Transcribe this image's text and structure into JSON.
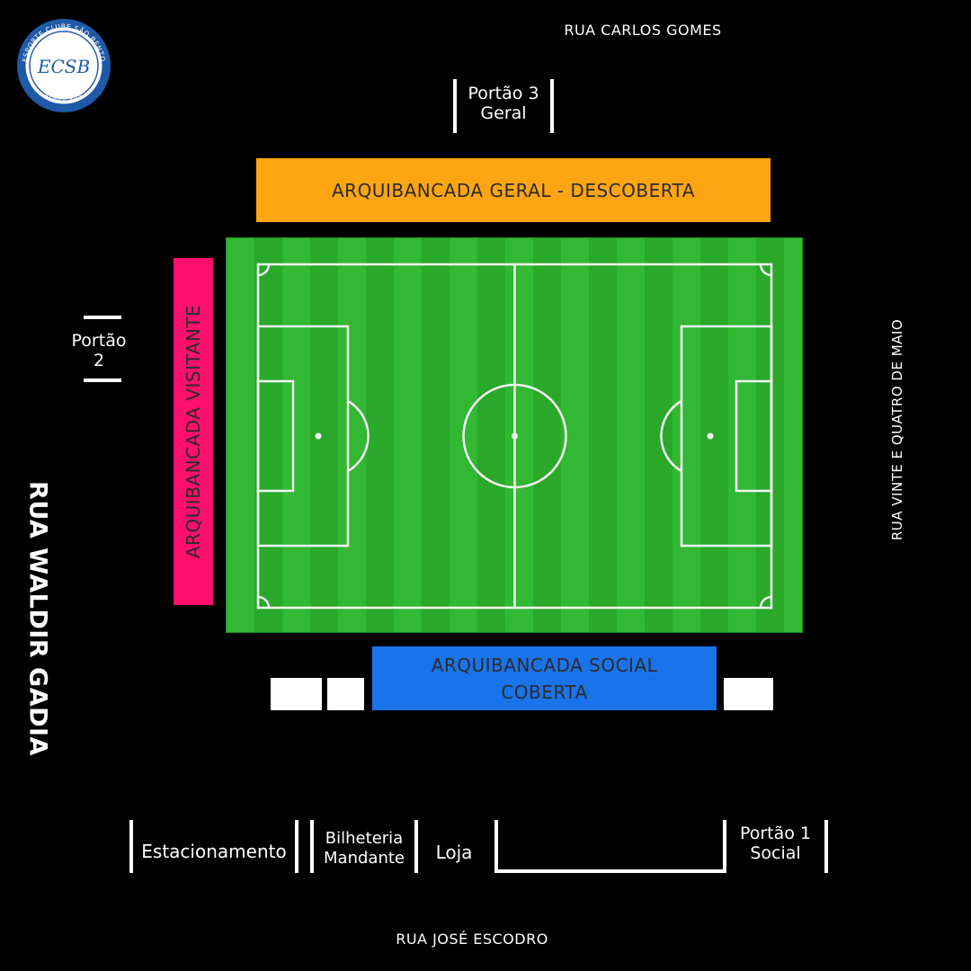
{
  "logo": {
    "ring_text_top": "ESPORTE CLUBE SÃO BENTO",
    "ring_text_bottom": "SOROCABA",
    "monogram": "ECSB",
    "colors": {
      "ring": "#1f5aa8",
      "fill": "#ffffff"
    }
  },
  "streets": {
    "north": "RUA CARLOS GOMES",
    "south": "RUA JOSÉ ESCODRO",
    "west": "RUA WALDIR GADIA",
    "east": "RUA VINTE E QUATRO DE MAIO"
  },
  "gates": {
    "gate3_line1": "Portão 3",
    "gate3_line2": "Geral",
    "gate2_line1": "Portão",
    "gate2_line2": "2",
    "gate1_line1": "Portão 1",
    "gate1_line2": "Social"
  },
  "stands": {
    "general": {
      "label": "ARQUIBANCADA GERAL - DESCOBERTA",
      "color": "#ffa511"
    },
    "visitor": {
      "label": "ARQUIBANCADA VISITANTE",
      "color": "#ff0f6e"
    },
    "social": {
      "line1": "ARQUIBANCADA SOCIAL",
      "line2": "COBERTA",
      "color": "#1a73ea"
    }
  },
  "facilities": {
    "parking": "Estacionamento",
    "ticket_line1": "Bilheteria",
    "ticket_line2": "Mandante",
    "store": "Loja"
  },
  "field": {
    "grass_light": "#33b833",
    "grass_dark": "#2aa82a",
    "lines": "#f4f4f4"
  }
}
